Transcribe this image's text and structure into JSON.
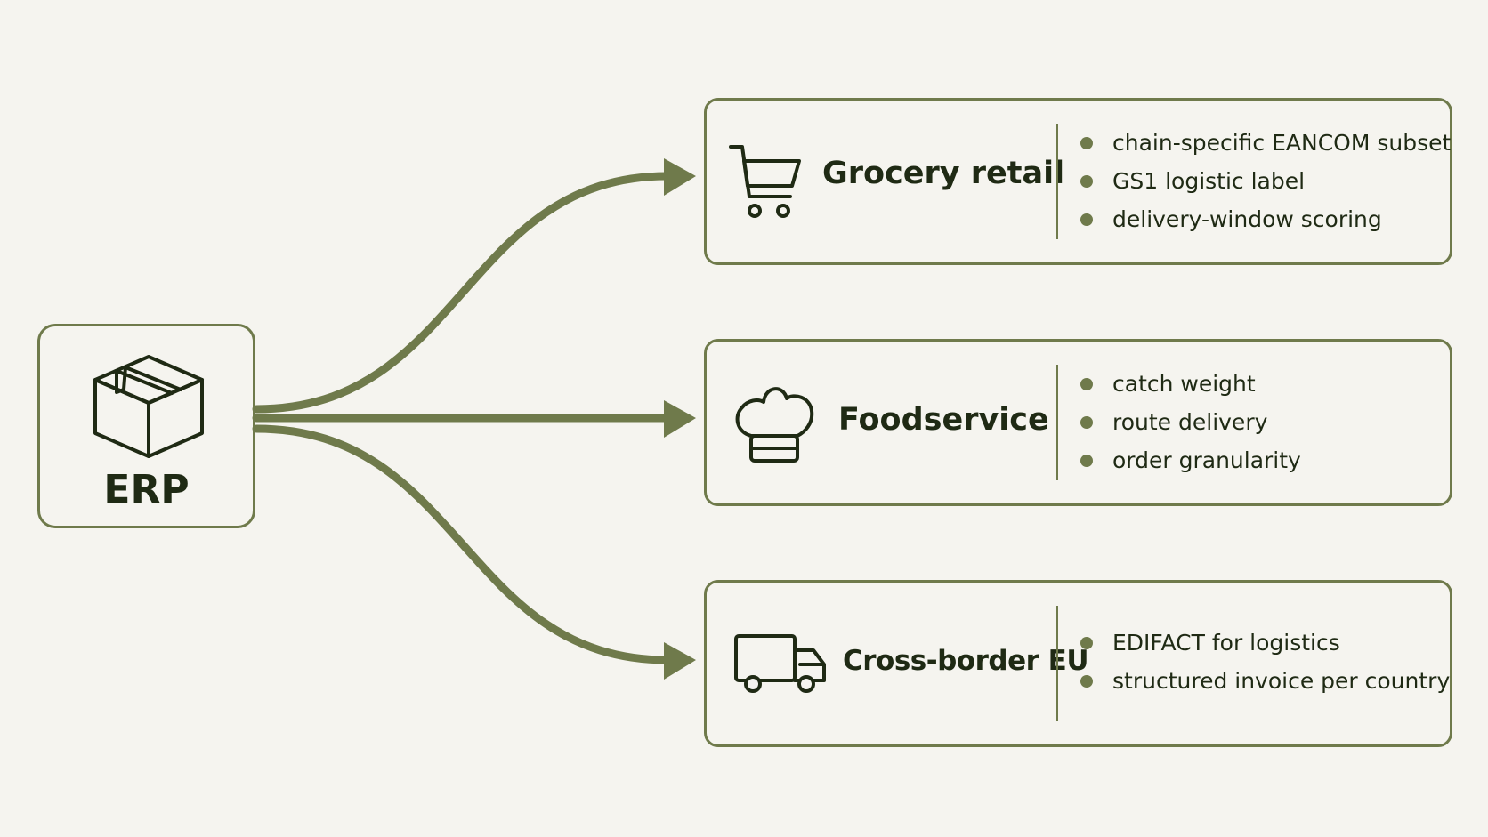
{
  "colors": {
    "background": "#f5f4ef",
    "accent": "#6f7a4b",
    "text": "#1f2a14"
  },
  "source": {
    "label": "ERP",
    "icon": "package-box-icon"
  },
  "channels": [
    {
      "title": "Grocery retail",
      "icon": "shopping-cart-icon",
      "bullets": [
        "chain-specific EANCOM subset",
        "GS1 logistic label",
        "delivery-window scoring"
      ]
    },
    {
      "title": "Foodservice",
      "icon": "chef-hat-icon",
      "bullets": [
        "catch weight",
        "route delivery",
        "order granularity"
      ]
    },
    {
      "title": "Cross-border EU",
      "icon": "delivery-truck-icon",
      "bullets": [
        "EDIFACT for logistics",
        "structured invoice per country"
      ]
    }
  ]
}
